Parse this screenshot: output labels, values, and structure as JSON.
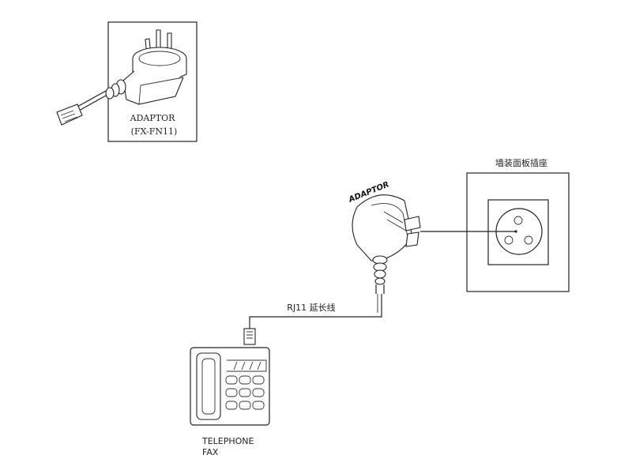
{
  "inset": {
    "title": "ADAPTOR",
    "model": "(FX-FN11)"
  },
  "socket": {
    "label": "墙装面板插座"
  },
  "adaptor": {
    "label": "ADAPTOR"
  },
  "cable": {
    "label": "RJ11 延长线"
  },
  "device": {
    "line1": "TELEPHONE",
    "line2": "FAX"
  },
  "colors": {
    "ink": "#222222",
    "background": "#ffffff"
  }
}
